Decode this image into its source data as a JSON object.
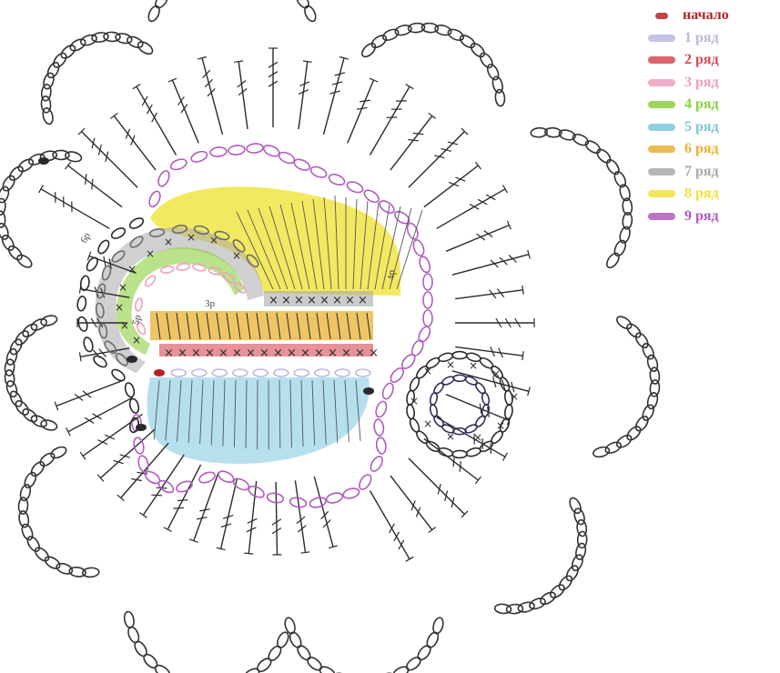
{
  "legend": {
    "items": [
      {
        "label": "начало",
        "color": "#b82226",
        "marker": "dot"
      },
      {
        "label": "1 ряд",
        "color": "#b8b8e0",
        "marker": "bar"
      },
      {
        "label": "2 ряд",
        "color": "#d64a54",
        "marker": "bar"
      },
      {
        "label": "3 ряд",
        "color": "#ef9fbf",
        "marker": "bar"
      },
      {
        "label": "4 ряд",
        "color": "#8ccf3c",
        "marker": "bar"
      },
      {
        "label": "5 ряд",
        "color": "#7cc7de",
        "marker": "bar"
      },
      {
        "label": "6 ряд",
        "color": "#e8b232",
        "marker": "bar"
      },
      {
        "label": "7 ряд",
        "color": "#a9a9a9",
        "marker": "bar"
      },
      {
        "label": "8 ряд",
        "color": "#f0e33a",
        "marker": "bar"
      },
      {
        "label": "9 ряд",
        "color": "#b05cc0",
        "marker": "bar"
      }
    ]
  },
  "row_labels": {
    "r3": "3р",
    "r4": "4р",
    "r5": "5р",
    "r6": "6р"
  },
  "colors": {
    "ink": "#2a2a2a",
    "chain": "#333333"
  }
}
